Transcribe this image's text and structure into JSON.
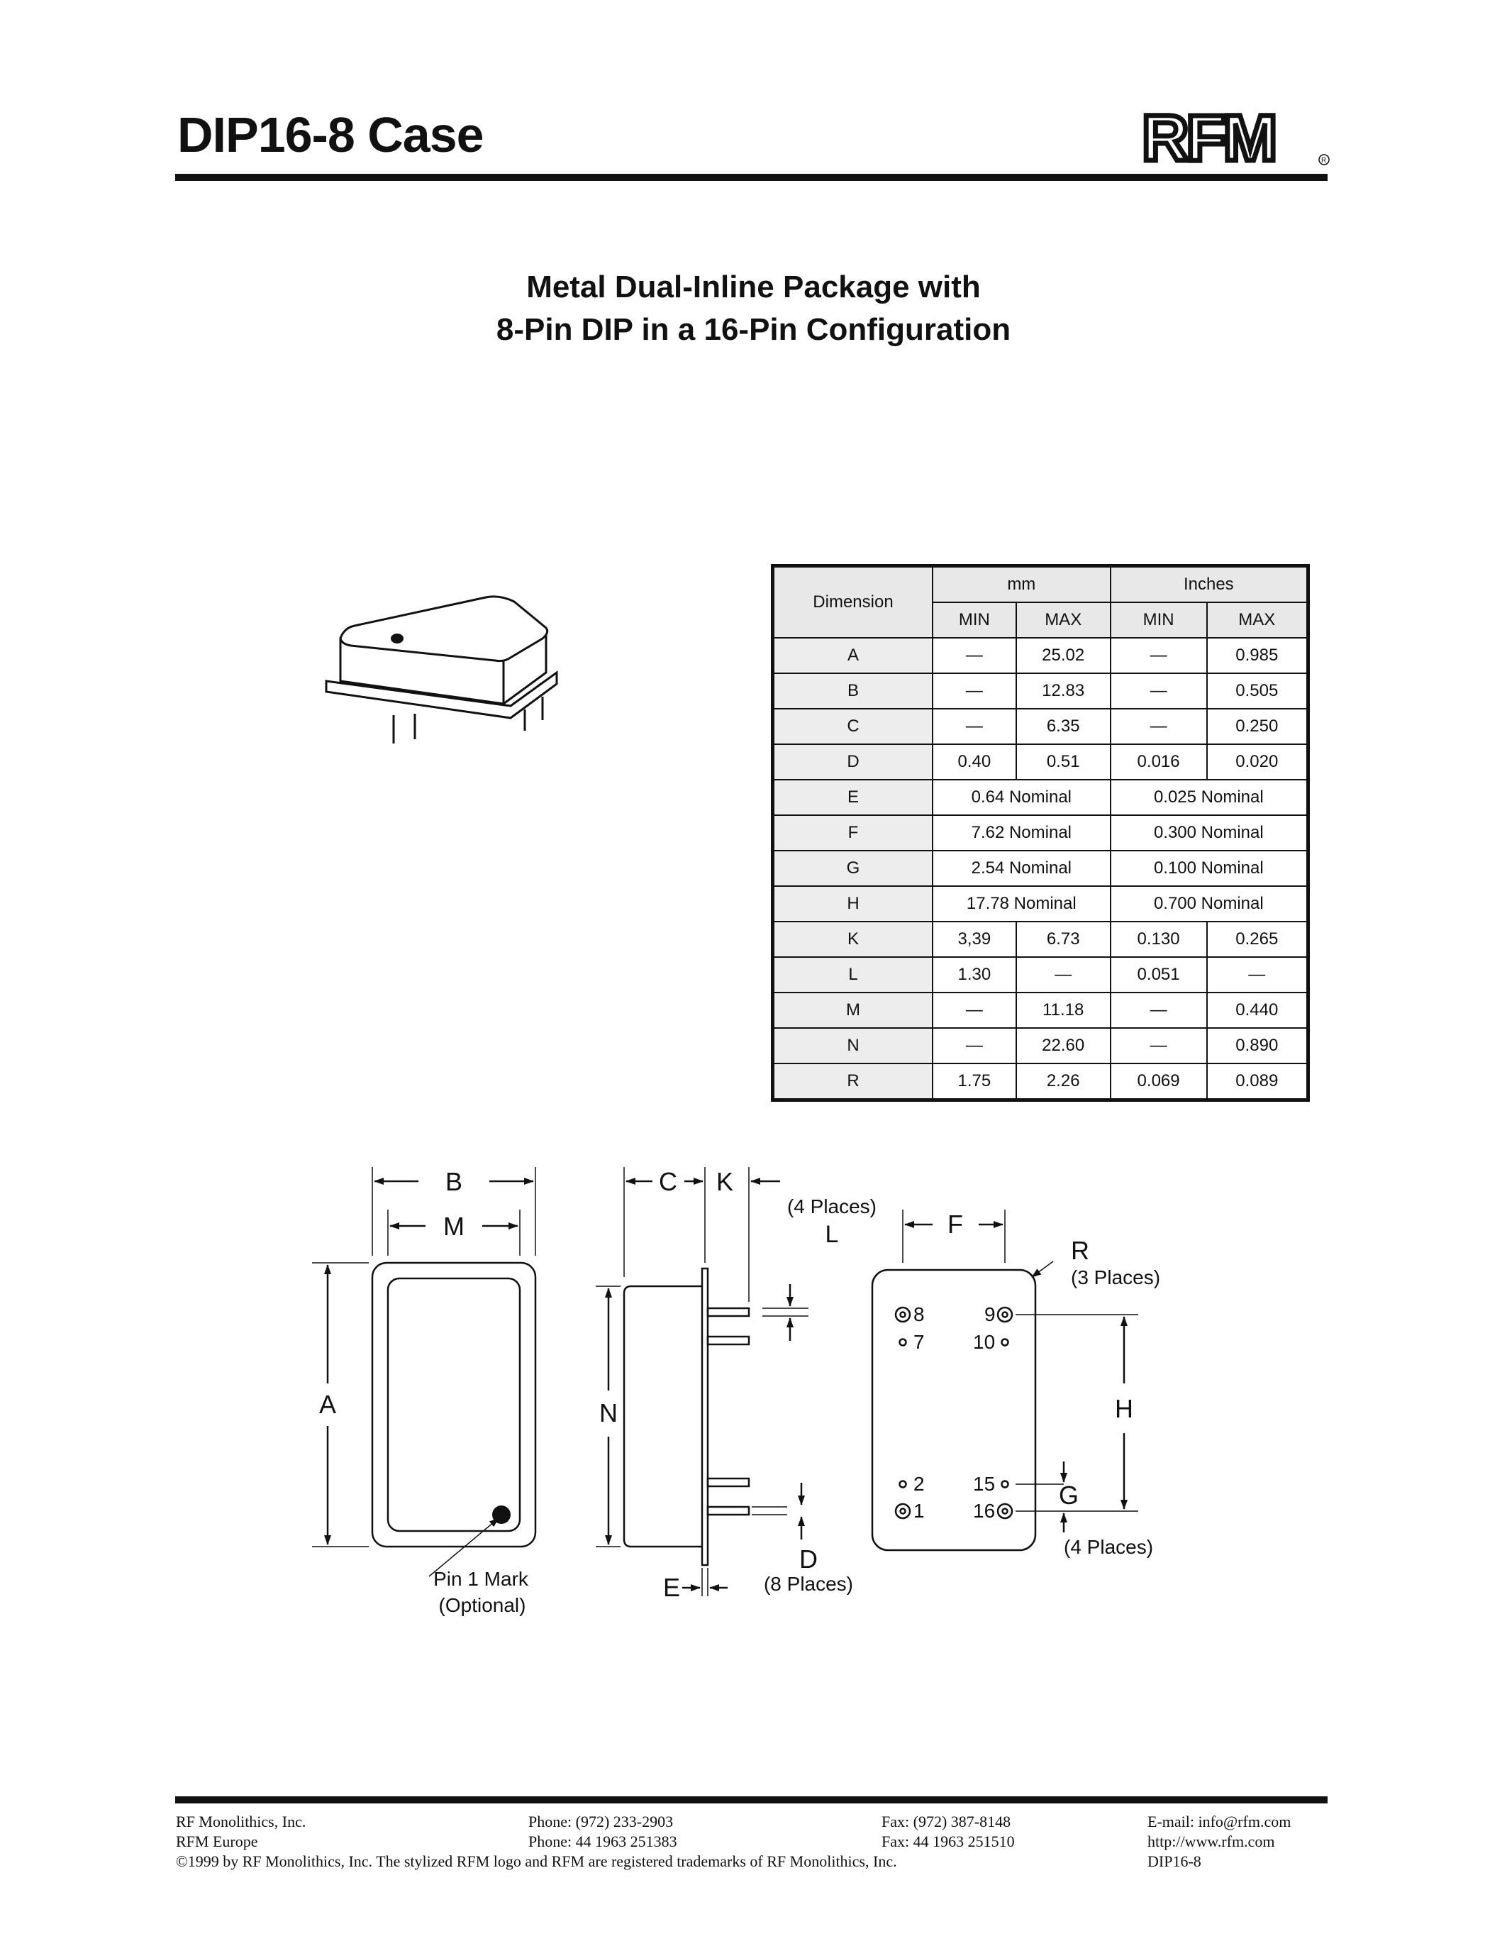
{
  "header": {
    "title": "DIP16-8 Case",
    "logo_text": "RFM"
  },
  "subtitle": {
    "line1": "Metal Dual-Inline Package with",
    "line2": "8-Pin DIP in a 16-Pin Configuration"
  },
  "table": {
    "dimension_header": "Dimension",
    "unit_mm": "mm",
    "unit_in": "Inches",
    "min": "MIN",
    "max": "MAX",
    "rows": [
      {
        "dim": "A",
        "mm_min": "—",
        "mm_max": "25.02",
        "in_min": "—",
        "in_max": "0.985"
      },
      {
        "dim": "B",
        "mm_min": "—",
        "mm_max": "12.83",
        "in_min": "—",
        "in_max": "0.505"
      },
      {
        "dim": "C",
        "mm_min": "—",
        "mm_max": "6.35",
        "in_min": "—",
        "in_max": "0.250"
      },
      {
        "dim": "D",
        "mm_min": "0.40",
        "mm_max": "0.51",
        "in_min": "0.016",
        "in_max": "0.020"
      },
      {
        "dim": "E",
        "mm_nominal": "0.64 Nominal",
        "in_nominal": "0.025 Nominal"
      },
      {
        "dim": "F",
        "mm_nominal": "7.62 Nominal",
        "in_nominal": "0.300 Nominal"
      },
      {
        "dim": "G",
        "mm_nominal": "2.54 Nominal",
        "in_nominal": "0.100 Nominal"
      },
      {
        "dim": "H",
        "mm_nominal": "17.78 Nominal",
        "in_nominal": "0.700 Nominal"
      },
      {
        "dim": "K",
        "mm_min": "3,39",
        "mm_max": "6.73",
        "in_min": "0.130",
        "in_max": "0.265"
      },
      {
        "dim": "L",
        "mm_min": "1.30",
        "mm_max": "—",
        "in_min": "0.051",
        "in_max": "—"
      },
      {
        "dim": "M",
        "mm_min": "—",
        "mm_max": "11.18",
        "in_min": "—",
        "in_max": "0.440"
      },
      {
        "dim": "N",
        "mm_min": "—",
        "mm_max": "22.60",
        "in_min": "—",
        "in_max": "0.890"
      },
      {
        "dim": "R",
        "mm_min": "1.75",
        "mm_max": "2.26",
        "in_min": "0.069",
        "in_max": "0.089"
      }
    ]
  },
  "drawing": {
    "label_A": "A",
    "label_B": "B",
    "label_M": "M",
    "label_C": "C",
    "label_K": "K",
    "label_N": "N",
    "label_E": "E",
    "label_D": "D",
    "d_places": "(8 Places)",
    "label_L": "L",
    "l_places": "(4 Places)",
    "label_F": "F",
    "label_R": "R",
    "r_places": "(3 Places)",
    "label_H": "H",
    "label_G": "G",
    "g_places": "(4 Places)",
    "pin1_line1": "Pin 1 Mark",
    "pin1_line2": "(Optional)",
    "pin_8": "8",
    "pin_9": "9",
    "pin_7": "7",
    "pin_10": "10",
    "pin_2": "2",
    "pin_15": "15",
    "pin_1": "1",
    "pin_16": "16"
  },
  "footer": {
    "company": "RF Monolithics, Inc.",
    "europe": "RFM Europe",
    "phone_us": "Phone: (972) 233-2903",
    "phone_eu": "Phone:  44 1963 251383",
    "fax_us": "Fax: (972) 387-8148",
    "fax_eu": "Fax:  44 1963 251510",
    "email": "E-mail: info@rfm.com",
    "web": " http://www.rfm.com",
    "copyright": "©1999 by RF Monolithics, Inc.  The stylized RFM logo and RFM are registered trademarks of RF Monolithics, Inc.",
    "doc_id": "DIP16-8"
  }
}
